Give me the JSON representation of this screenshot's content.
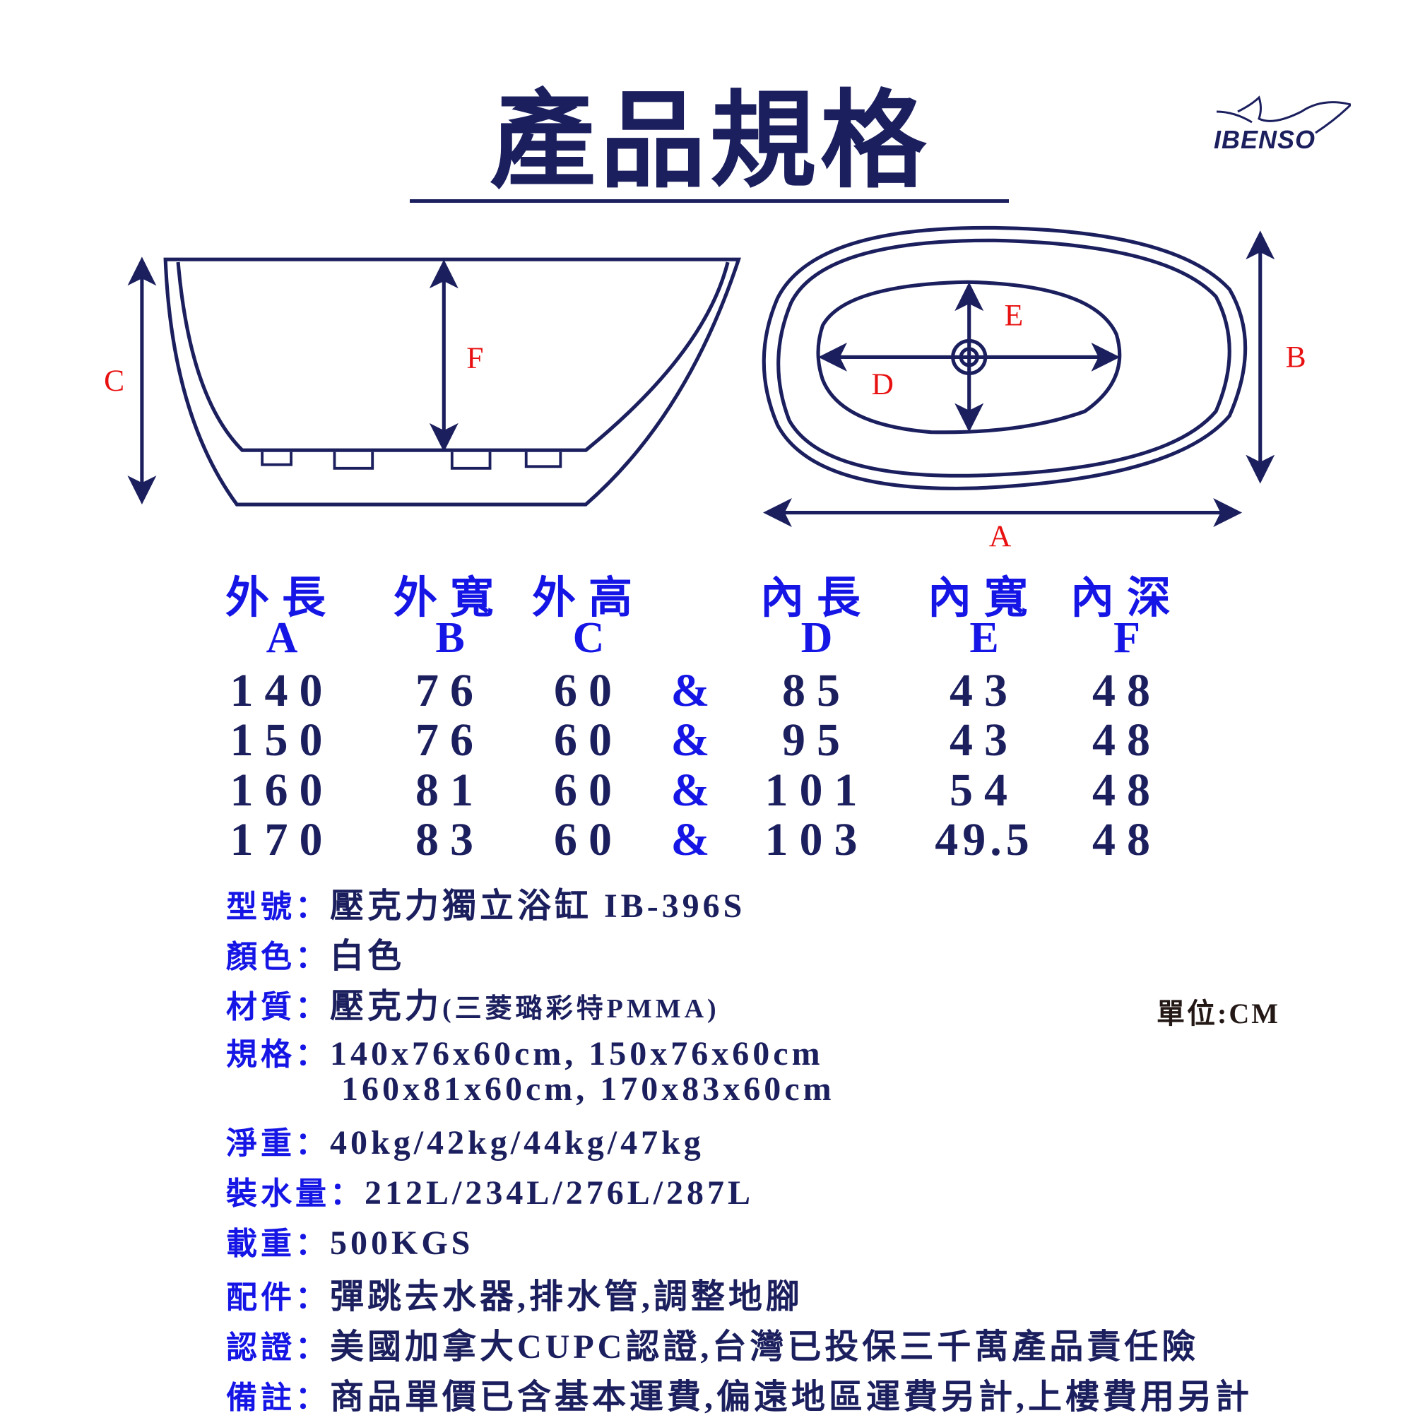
{
  "title": "產品規格",
  "brand": "IBENSO",
  "diagram_labels": {
    "A": "A",
    "B": "B",
    "C": "C",
    "D": "D",
    "E": "E",
    "F": "F"
  },
  "colors": {
    "navy": "#1b1f5e",
    "label_blue": "#1515e6",
    "diagram_red": "#e81010"
  },
  "table": {
    "headers": [
      "外長",
      "外寬",
      "外高",
      "內長",
      "內寬",
      "內深"
    ],
    "letters": [
      "A",
      "B",
      "C",
      "D",
      "E",
      "F"
    ],
    "separator": "&",
    "rows": [
      [
        "140",
        "76",
        "60",
        "85",
        "43",
        "48"
      ],
      [
        "150",
        "76",
        "60",
        "95",
        "43",
        "48"
      ],
      [
        "160",
        "81",
        "60",
        "101",
        "54",
        "48"
      ],
      [
        "170",
        "83",
        "60",
        "103",
        "49.5",
        "48"
      ]
    ]
  },
  "unit": "單位:CM",
  "specs": {
    "model": {
      "label": "型號：",
      "value": "壓克力獨立浴缸 IB-396S"
    },
    "color": {
      "label": "顏色：",
      "value": "白色"
    },
    "material": {
      "label": "材質：",
      "value": "壓克力",
      "note": "(三菱璐彩特PMMA)"
    },
    "size": {
      "label": "規格：",
      "value1": "140x76x60cm, 150x76x60cm",
      "value2": "160x81x60cm, 170x83x60cm"
    },
    "weight": {
      "label": "淨重：",
      "value": "40kg/42kg/44kg/47kg"
    },
    "capacity": {
      "label": "裝水量：",
      "value": "212L/234L/276L/287L"
    },
    "load": {
      "label": "載重：",
      "value": "500KGS"
    },
    "accessories": {
      "label": "配件：",
      "value": "彈跳去水器,排水管,調整地腳"
    },
    "certification": {
      "label": "認證：",
      "value": "美國加拿大CUPC認證,台灣已投保三千萬產品責任險"
    },
    "remarks": {
      "label": "備註：",
      "value": "商品單價已含基本運費,偏遠地區運費另計,上樓費用另計"
    }
  }
}
